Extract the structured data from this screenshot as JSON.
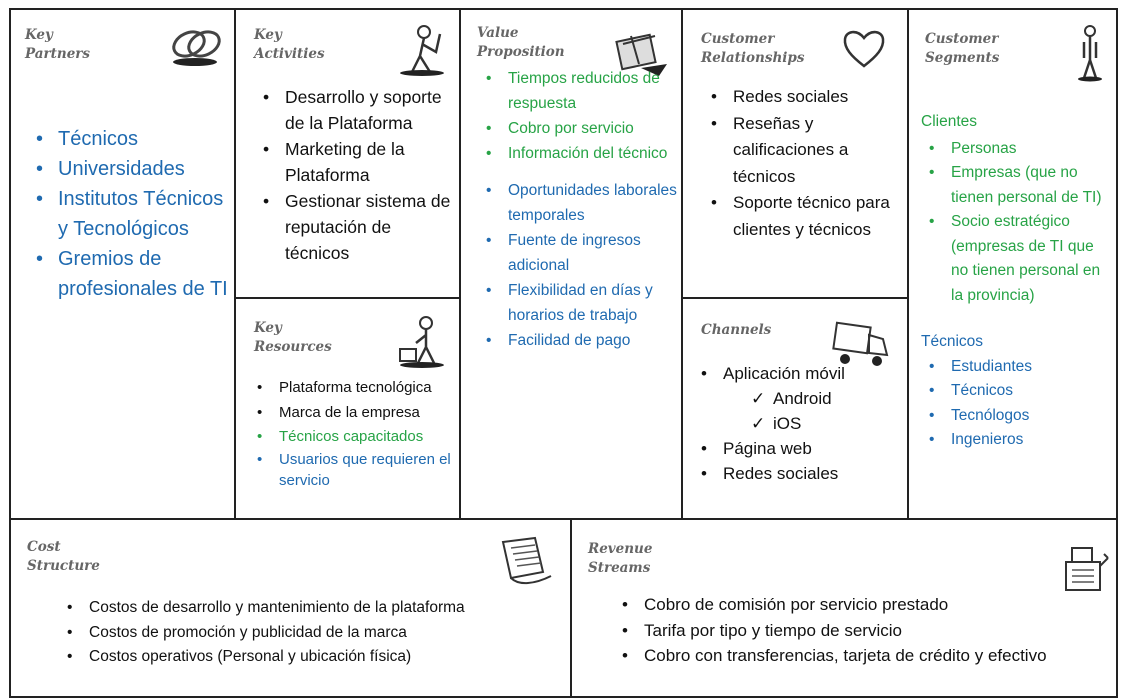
{
  "colors": {
    "blue": "#1f6ab0",
    "green": "#27a346",
    "text": "#111111",
    "header": "#666666",
    "border": "#222222"
  },
  "key_partners": {
    "title_line1": "Key",
    "title_line2": "Partners",
    "icon": "chain-links-icon",
    "items": [
      "Técnicos",
      "Universidades",
      "Institutos Técnicos y Tecnológicos",
      "Gremios de profesionales de TI"
    ]
  },
  "key_activities": {
    "title_line1": "Key",
    "title_line2": "Activities",
    "icon": "worker-icon",
    "items": [
      "Desarrollo y soporte de la Plataforma",
      "Marketing de la Plataforma",
      "Gestionar sistema de reputación de técnicos"
    ]
  },
  "key_resources": {
    "title_line1": "Key",
    "title_line2": "Resources",
    "icon": "factory-worker-icon",
    "items": [
      "Plataforma tecnológica",
      "Marca de la empresa",
      "Técnicos capacitados",
      "Usuarios que requieren el servicio"
    ]
  },
  "value_proposition": {
    "title_line1": "Value",
    "title_line2": "Proposition",
    "icon": "gift-box-icon",
    "items_green": [
      "Tiempos reducidos de respuesta",
      "Cobro por servicio",
      "Información del técnico"
    ],
    "items_blue": [
      "Oportunidades laborales temporales",
      "Fuente de ingresos adicional",
      "Flexibilidad en días y horarios de trabajo",
      "Facilidad de pago"
    ]
  },
  "customer_relationships": {
    "title_line1": "Customer",
    "title_line2": "Relationships",
    "icon": "heart-icon",
    "items": [
      "Redes sociales",
      "Reseñas y calificaciones a técnicos",
      "Soporte técnico para clientes y técnicos"
    ]
  },
  "channels": {
    "title": "Channels",
    "icon": "truck-icon",
    "item_app": "Aplicación móvil",
    "sub_items": [
      "Android",
      "iOS"
    ],
    "items": [
      "Página web",
      "Redes sociales"
    ]
  },
  "customer_segments": {
    "title_line1": "Customer",
    "title_line2": "Segments",
    "icon": "person-icon",
    "group1_title": "Clientes",
    "group1_items": [
      "Personas",
      "Empresas (que no tienen personal de TI)",
      "Socio estratégico (empresas de TI que no tienen personal en la provincia)"
    ],
    "group2_title": "Técnicos",
    "group2_items": [
      "Estudiantes",
      "Técnicos",
      "Tecnólogos",
      "Ingenieros"
    ]
  },
  "cost_structure": {
    "title_line1": "Cost",
    "title_line2": "Structure",
    "icon": "receipt-icon",
    "items": [
      "Costos de desarrollo y mantenimiento de la plataforma",
      "Costos de promoción y publicidad de la marca",
      "Costos operativos (Personal y ubicación física)"
    ]
  },
  "revenue_streams": {
    "title_line1": "Revenue",
    "title_line2": "Streams",
    "icon": "cash-register-icon",
    "items": [
      "Cobro de comisión por servicio prestado",
      "Tarifa por tipo y tiempo de servicio",
      "Cobro con transferencias, tarjeta de crédito y efectivo"
    ]
  }
}
